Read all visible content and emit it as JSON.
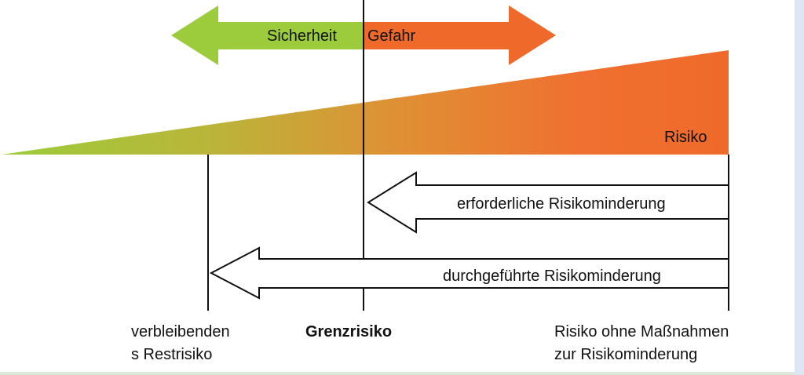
{
  "labels": {
    "safety": "Sicherheit",
    "danger": "Gefahr",
    "risk": "Risiko",
    "required_reduction": "erforderliche Risikominderung",
    "performed_reduction": "durchgeführte Risikominderung",
    "residual_risk_line1": "verbleibenden",
    "residual_risk_line2": "s Restrisiko",
    "limit_risk": "Grenzrisiko",
    "risk_without_measures_line1": "Risiko ohne Maßnahmen",
    "risk_without_measures_line2": "zur Risikominderung"
  },
  "colors": {
    "safe_green": "#9ccc3b",
    "danger_orange": "#ef6a2a",
    "line": "#111111",
    "edge_blue": "#dde6f2"
  }
}
